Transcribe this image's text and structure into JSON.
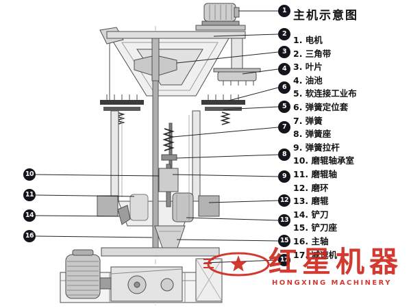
{
  "legend": {
    "title": "主机示意图",
    "items": [
      "1. 电机",
      "2. 三角带",
      "3. 叶片",
      "4. 油池",
      "5. 软连接工业布",
      "6. 弹簧定位套",
      "7. 弹簧",
      "8. 弹簧座",
      "9. 弹簧拉杆",
      "10. 磨辊轴承室",
      "11. 磨辊轴",
      "12. 磨环",
      "13. 磨辊",
      "14. 铲刀",
      "15. 铲刀座",
      "16. 主轴",
      "17. 减速机"
    ]
  },
  "callouts": [
    "1",
    "2",
    "3",
    "4",
    "6",
    "5",
    "7",
    "8",
    "9",
    "12",
    "13",
    "15",
    "17",
    "10",
    "11",
    "14",
    "16"
  ],
  "watermark": {
    "brand_cn": "红星机器",
    "brand_en": "HONGXING MACHINERY"
  },
  "colors": {
    "accent_red": "#ce2920",
    "callout_bg": "#14141c",
    "line": "#4d4d4d"
  }
}
